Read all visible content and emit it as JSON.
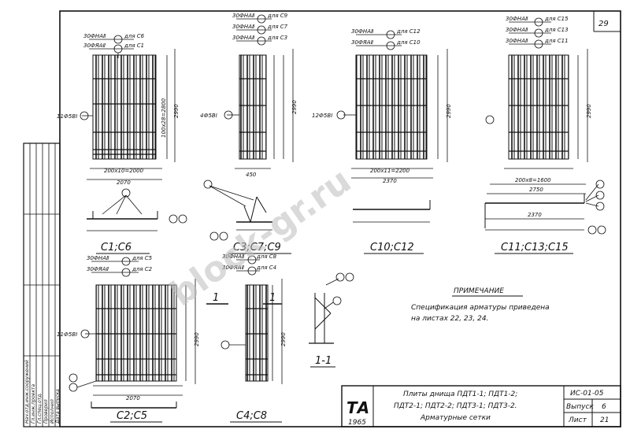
{
  "sheet": {
    "page_number": "29",
    "watermark": "block-gr.ru"
  },
  "labels": {
    "c1_r1": "30ФНАⅡ",
    "c1_r1_to": "для С6",
    "c1_r2": "30ФЯАⅡ",
    "c1_r2_to": "для С1",
    "c1_left_bar": "11Ф5ВⅠ",
    "c1_width": "2070",
    "c1_span": "200х10=2000",
    "c1_height": "2990",
    "c1_height_span": "100х28=2800",
    "c1_caption": "С1;С6",
    "c3_r1": "30ФНАⅡ",
    "c3_r1_to": "для С9",
    "c3_r2": "30ФНАⅡ",
    "c3_r2_to": "для С7",
    "c3_r3": "30ФНАⅡ",
    "c3_r3_to": "для С3",
    "c3_left_bar": "4Ф5ВⅠ",
    "c3_width": "450",
    "c3_height": "2990",
    "c3_caption": "С3;С7;С9",
    "c10_r1": "30ФНАⅡ",
    "c10_r1_to": "для С12",
    "c10_r2": "30ФЯАⅡ",
    "c10_r2_to": "для С10",
    "c10_left_bar": "12Ф5ВⅠ",
    "c10_width": "2370",
    "c10_span": "200х11=2200",
    "c10_height": "2990",
    "c10_caption": "С10;С12",
    "c11_r1": "30ФНАⅡ",
    "c11_r1_to": "для С15",
    "c11_r2": "30ФНАⅡ",
    "c11_r2_to": "для С13",
    "c11_r3": "30ФНАⅡ",
    "c11_r3_to": "для С11",
    "c11_width": "2750",
    "c11_width2": "2370",
    "c11_span": "200х8=1600",
    "c11_height": "2990",
    "c11_caption": "С11;С13;С15",
    "c2_r1": "30ФНАⅡ",
    "c2_r1_to": "для С5",
    "c2_r2": "30ФЯАⅡ",
    "c2_r2_to": "для С2",
    "c2_left_bar": "11Ф5ВⅠ",
    "c2_width": "2070",
    "c2_height": "2990",
    "c2_caption": "С2;С5",
    "c4_r1": "30ФНАⅡ",
    "c4_r1_to": "для С8",
    "c4_r2": "30ФЯАⅡ",
    "c4_r2_to": "для С4",
    "c4_height": "2990",
    "c4_caption": "С4;С8",
    "section_caption": "1-1",
    "section_mark": "1"
  },
  "note": {
    "heading": "ПРИМЕЧАНИЕ",
    "line1": "Спецификация арматуры приведена",
    "line2": "на листах 22, 23, 24."
  },
  "stamp": {
    "logo": "ТА",
    "year": "1965",
    "title_line1": "Плиты днища ПДТ1-1; ПДТ1-2;",
    "title_line2": "ПДТ2-1; ПДТ2-2; ПДТ3-1; ПДТ3-2.",
    "title_line3": "Арматурные сетки",
    "series": "ИС-01-05",
    "issue_label": "Выпуск",
    "issue": "6",
    "sheet_label": "Лист",
    "sheet": "21"
  },
  "side_block": {
    "rows": [
      "Нач.отд.инж.сооружений",
      "Гл.инж.проекта",
      "Гл.спец.отд.",
      "Проверил",
      "Исполнил",
      "Дата выпуска"
    ]
  }
}
